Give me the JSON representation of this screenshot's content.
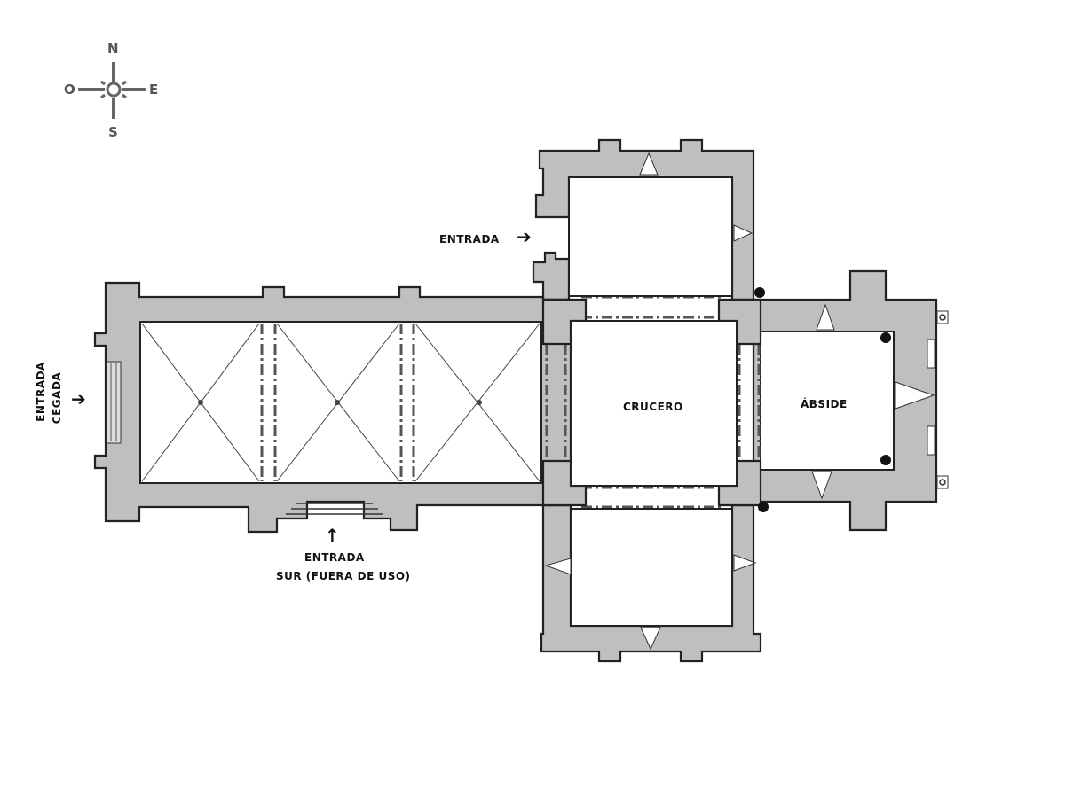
{
  "compass": {
    "north": "N",
    "south": "S",
    "east": "E",
    "west": "O"
  },
  "labels": {
    "entrada_norte": "ENTRADA",
    "entrada_cegada_1": "ENTRADA",
    "entrada_cegada_2": "CEGADA",
    "entrada_sur_1": "ENTRADA",
    "entrada_sur_2": "SUR (FUERA DE USO)",
    "crucero": "CRUCERO",
    "abside": "ÁBSIDE"
  },
  "arrows": {
    "right": "➔",
    "up": "↑"
  },
  "colors": {
    "wall": "#bfbfbf",
    "outline": "#222222",
    "compass": "#555555"
  },
  "icons": {
    "compass": "compass-rose-icon",
    "arrow": "arrow-icon"
  }
}
